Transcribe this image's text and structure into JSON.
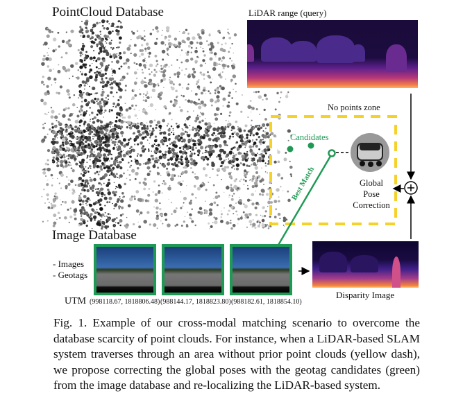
{
  "figure": {
    "pointcloud_title": "PointCloud Database",
    "lidar_title": "LiDAR range (query)",
    "no_points_zone": "No points zone",
    "candidates": "Candidates",
    "best_match": "Best Match",
    "global_pose_correction": [
      "Global",
      "Pose",
      "Correction"
    ],
    "image_db_title": "Image Database",
    "image_db_items": [
      "- Images",
      "- Geotags"
    ],
    "utm_label": "UTM",
    "utm_values": [
      "(998118.67, 1818806.48)",
      "(988144.17, 1818823.80)",
      "(988182.61, 1818854.10)"
    ],
    "disparity_label": "Disparity Image",
    "colors": {
      "green": "#1f9a55",
      "yellow": "#f5d22a"
    }
  },
  "caption": "Fig. 1. Example of our cross-modal matching scenario to overcome the database scarcity of point clouds. For instance, when a LiDAR-based SLAM system traverses through an area without prior point clouds (yellow dash), we propose correcting the global poses with the geotag candidates (green) from the image database and re-localizing the LiDAR-based system."
}
